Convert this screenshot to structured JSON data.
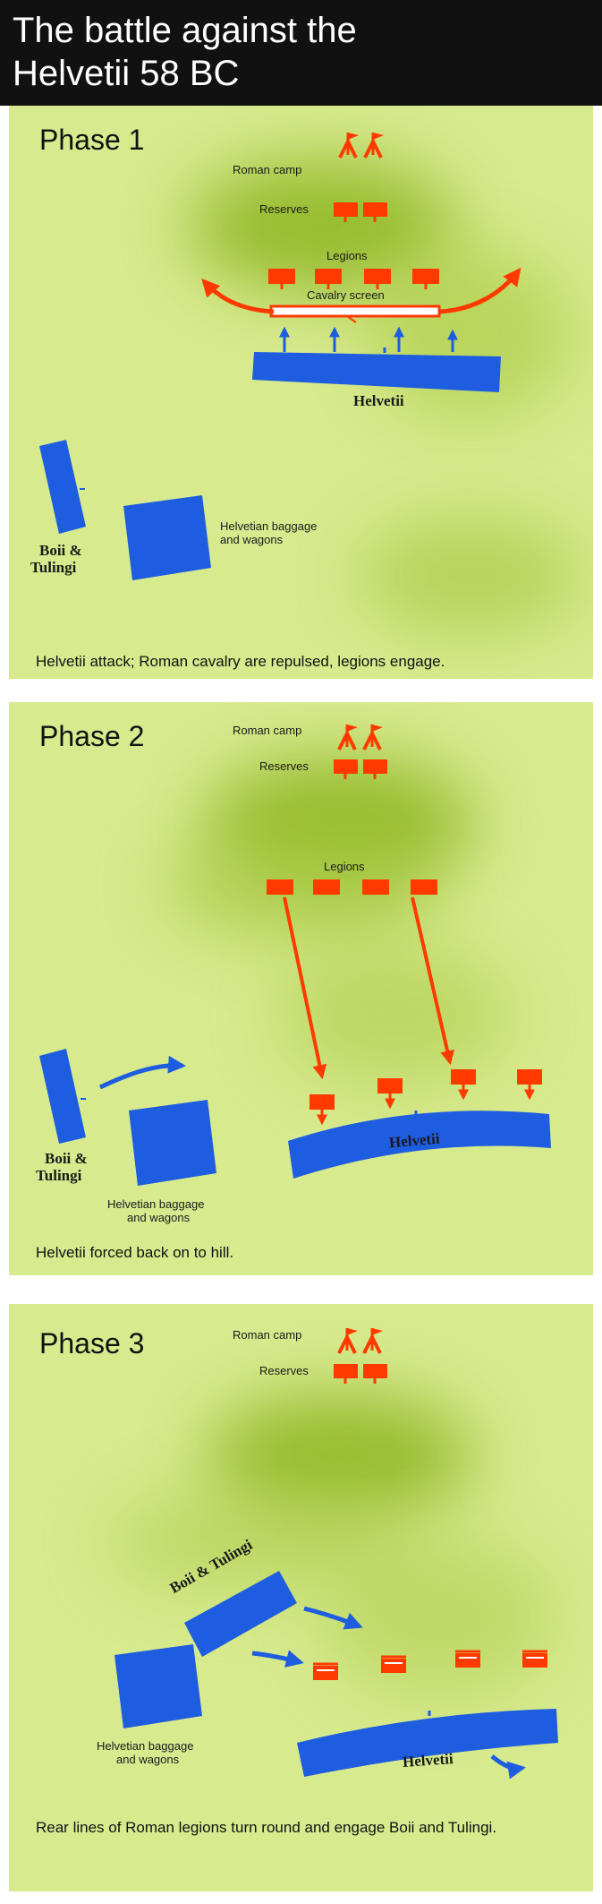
{
  "title": {
    "line1": "The battle against the",
    "line2": "Helvetii 58 BC"
  },
  "colors": {
    "roman": "#ff3a00",
    "helvetii": "#1e5de0",
    "ground": "#d7ea8e",
    "hill": "#8fb82a"
  },
  "phase1": {
    "title": "Phase 1",
    "roman_camp": "Roman camp",
    "reserves": "Reserves",
    "legions": "Legions",
    "cavalry": "Cavalry screen",
    "helvetii": "Helvetii",
    "boii_line1": "Boii &",
    "boii_line2": "Tulingi",
    "baggage_line1": "Helvetian baggage",
    "baggage_line2": "and wagons",
    "caption": "Helvetii attack; Roman cavalry are repulsed, legions engage."
  },
  "phase2": {
    "title": "Phase 2",
    "roman_camp": "Roman camp",
    "reserves": "Reserves",
    "legions": "Legions",
    "helvetii": "Helvetii",
    "boii_line1": "Boii &",
    "boii_line2": "Tulingi",
    "baggage_line1": "Helvetian baggage",
    "baggage_line2": "and wagons",
    "caption": "Helvetii forced back on to hill."
  },
  "phase3": {
    "title": "Phase 3",
    "roman_camp": "Roman camp",
    "reserves": "Reserves",
    "boii": "Boii & Tulingi",
    "helvetii": "Helvetii",
    "baggage_line1": "Helvetian baggage",
    "baggage_line2": "and wagons",
    "caption": "Rear lines of Roman legions turn round and engage Boii and Tulingi."
  }
}
